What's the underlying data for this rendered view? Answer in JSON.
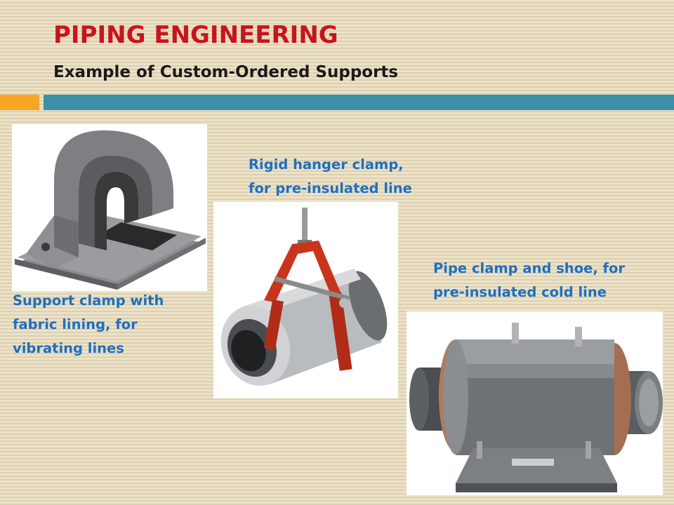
{
  "slide": {
    "title": "PIPING ENGINEERING",
    "subtitle": "Example of Custom-Ordered Supports"
  },
  "items": [
    {
      "caption_lines": [
        "Support clamp with",
        "fabric lining, for",
        "vibrating lines"
      ],
      "image": "support-clamp-photo"
    },
    {
      "caption_lines": [
        "Rigid hanger clamp,",
        "for pre-insulated line"
      ],
      "image": "hanger-clamp-photo"
    },
    {
      "caption_lines": [
        "Pipe clamp and shoe, for",
        "pre-insulated cold line"
      ],
      "image": "pipe-clamp-shoe-photo"
    }
  ],
  "colors": {
    "title": "#c8141e",
    "caption": "#1f6fbf",
    "accent_bar": "#f5a623",
    "main_bar": "#3d8fa8"
  }
}
